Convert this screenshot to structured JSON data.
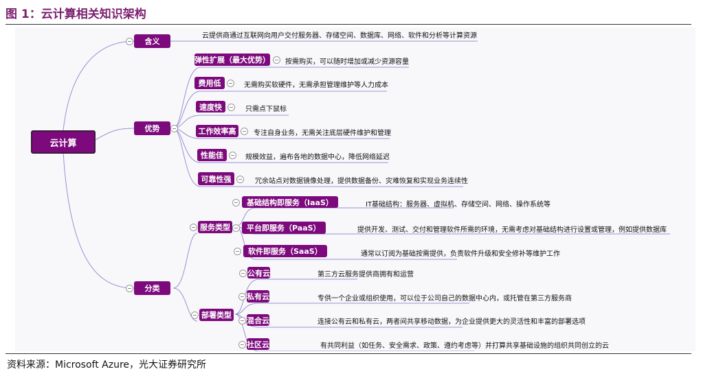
{
  "title": "图 1：云计算相关知识架构",
  "source": "资料来源：Microsoft Azure，光大证券研究所",
  "colors": {
    "node": "#7c0a7c",
    "line": "#9a8fd0",
    "title": "#7b1f6e"
  },
  "root": "云计算",
  "meaning": {
    "label": "含义",
    "text": "云提供商通过互联网向用户交付服务器、存储空间、数据库、网络、软件和分析等计算资源"
  },
  "advantages": {
    "label": "优势",
    "items": [
      {
        "label": "弹性扩展（最大优势）",
        "text": "按需购买，可以随时增加或减少资源容量"
      },
      {
        "label": "费用低",
        "text": "无需购买软硬件，无需承担管理维护等人力成本"
      },
      {
        "label": "速度快",
        "text": "只需点下鼠标"
      },
      {
        "label": "工作效率高",
        "text": "专注自身业务，无需关注底层硬件维护和管理"
      },
      {
        "label": "性能佳",
        "text": "规模效益，遍布各地的数据中心，降低网络延迟"
      },
      {
        "label": "可靠性强",
        "text": "冗余站点对数据镜像处理，提供数据备份、灾难恢复和实现业务连续性"
      }
    ]
  },
  "classification": {
    "label": "分类",
    "service": {
      "label": "服务类型",
      "items": [
        {
          "label": "基础结构即服务（IaaS）",
          "text": "IT基础结构：服务器、虚拟机、存储空间、网络、操作系统等"
        },
        {
          "label": "平台即服务（PaaS）",
          "text": "提供开发、测试、交付和管理软件所需的环境，无需考虑对基础结构进行设置或管理，例如提供数据库"
        },
        {
          "label": "软件即服务（SaaS）",
          "text": "通常以订阅为基础按需提供，负责软件升级和安全修补等维护工作"
        }
      ]
    },
    "deploy": {
      "label": "部署类型",
      "items": [
        {
          "label": "公有云",
          "text": "第三方云服务提供商拥有和运营"
        },
        {
          "label": "私有云",
          "text": "专供一个企业或组织使用，可以位于公司自己的数据中心内，或托管在第三方服务商"
        },
        {
          "label": "混合云",
          "text": "连接公有云和私有云，两者间共享移动数据，为企业提供更大的灵活性和丰富的部署选项"
        },
        {
          "label": "社区云",
          "text": "有共同利益（如任务、安全需求、政策、遵约考虑等）并打算共享基础设施的组织共同创立的云"
        }
      ]
    }
  }
}
